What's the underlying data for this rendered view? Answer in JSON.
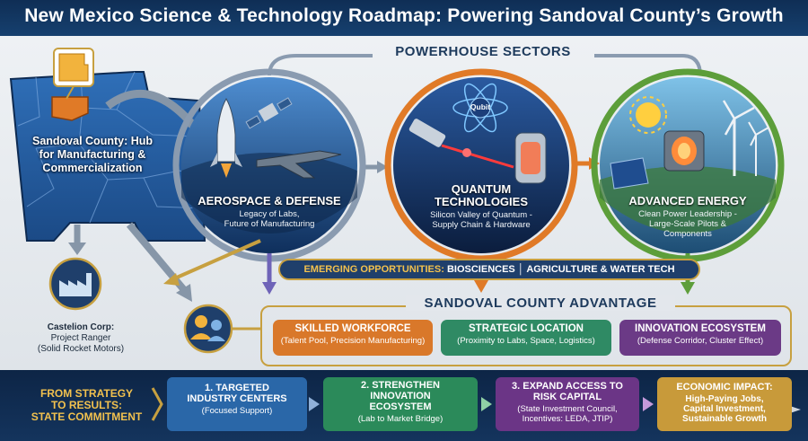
{
  "title": "New Mexico Science & Technology Roadmap: Powering Sandoval County’s Growth",
  "powerhouse_title": "POWERHOUSE SECTORS",
  "state_label": "Sandoval County: Hub for Manufacturing & Commercialization",
  "sectors": [
    {
      "title_lines": [
        "AEROSPACE & DEFENSE"
      ],
      "sub_lines": [
        "Legacy of Labs,",
        "Future of Manufacturing"
      ],
      "color": "#2f6fb0"
    },
    {
      "title_lines": [
        "QUANTUM",
        "TECHNOLOGIES"
      ],
      "sub_lines": [
        "Silicon Valley of Quantum -",
        "Supply Chain & Hardware"
      ],
      "color": "#e07a27"
    },
    {
      "title_lines": [
        "ADVANCED ENERGY"
      ],
      "sub_lines": [
        "Clean Power Leadership -",
        "Large-Scale Pilots &",
        "Components"
      ],
      "color": "#5d9e3a"
    }
  ],
  "quantum_icon_label": "Qubit",
  "emerging": {
    "lead": "EMERGING OPPORTUNITIES:",
    "items": "BIOSCIENCES │ AGRICULTURE & WATER TECH"
  },
  "advantage_title": "SANDOVAL COUNTY ADVANTAGE",
  "advantages": [
    {
      "title": "SKILLED WORKFORCE",
      "sub": "(Talent Pool, Precision Manufacturing)",
      "color": "#d9782a"
    },
    {
      "title": "STRATEGIC LOCATION",
      "sub": "(Proximity to Labs, Space, Logistics)",
      "color": "#2f8a64"
    },
    {
      "title": "INNOVATION ECOSYSTEM",
      "sub": "(Defense Corridor, Cluster Effect)",
      "color": "#6b3a86"
    }
  ],
  "castelion": {
    "title": "Castelion Corp:",
    "lines": [
      "Project Ranger",
      "(Solid Rocket Motors)"
    ]
  },
  "strategy_label": [
    "FROM STRATEGY",
    "TO RESULTS:",
    "STATE COMMITMENT"
  ],
  "steps": [
    {
      "title_lines": [
        "1. TARGETED",
        "INDUSTRY CENTERS"
      ],
      "sub_lines": [
        "(Focused Support)"
      ],
      "color": "#2a67a8"
    },
    {
      "title_lines": [
        "2. STRENGTHEN",
        "INNOVATION",
        "ECOSYSTEM"
      ],
      "sub_lines": [
        "(Lab to Market Bridge)"
      ],
      "color": "#2b8a5a"
    },
    {
      "title_lines": [
        "3. EXPAND ACCESS TO",
        "RISK CAPITAL"
      ],
      "sub_lines": [
        "(State Investment Council,",
        "Incentives: LEDA, JTIP)"
      ],
      "color": "#6b3586"
    },
    {
      "title_lines": [
        "ECONOMIC IMPACT:"
      ],
      "sub_lines": [
        "High-Paying Jobs,",
        "Capital Investment,",
        "Sustainable Growth"
      ],
      "color": "#c89a3a"
    }
  ]
}
